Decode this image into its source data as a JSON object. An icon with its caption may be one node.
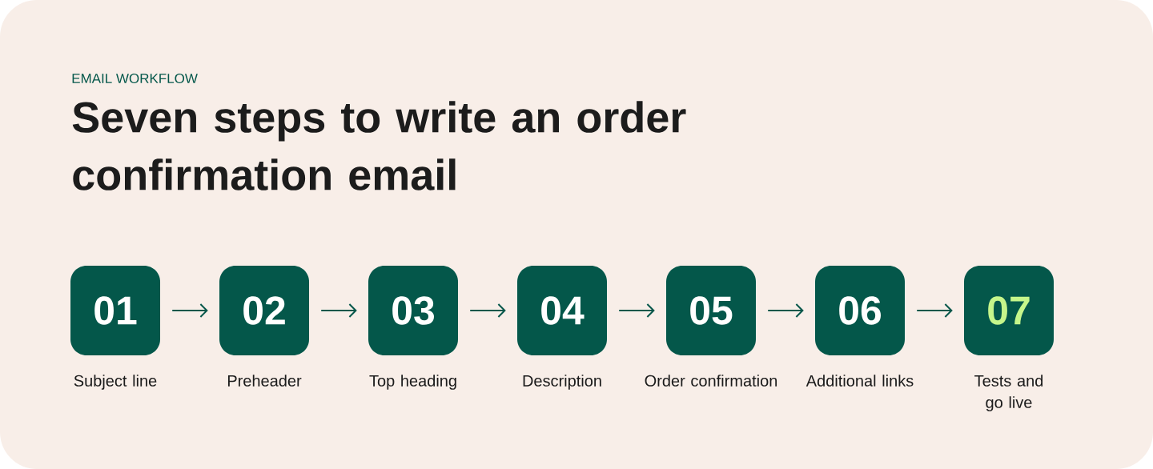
{
  "diagram": {
    "title": "Seven steps to write an order confirmation email",
    "nodes": [
      {
        "text": [
          "01"
        ],
        "beside": [
          "Subject line"
        ]
      },
      {
        "text": [
          "02"
        ],
        "beside": [
          "Preheader"
        ]
      },
      {
        "text": [
          "03"
        ],
        "beside": [
          "Top heading"
        ]
      },
      {
        "text": [
          "04"
        ],
        "beside": [
          "Description"
        ]
      },
      {
        "text": [
          "05"
        ],
        "beside": [
          "Order confirmation"
        ]
      },
      {
        "text": [
          "06"
        ],
        "beside": [
          "Additional links"
        ]
      },
      {
        "text": [
          "07"
        ],
        "beside": [
          "Tests and go live"
        ]
      }
    ],
    "edges": [
      {
        "from": 0,
        "to": 1,
        "arrow": "to"
      },
      {
        "from": 1,
        "to": 2,
        "arrow": "to"
      },
      {
        "from": 2,
        "to": 3,
        "arrow": "to"
      },
      {
        "from": 3,
        "to": 4,
        "arrow": "to"
      },
      {
        "from": 4,
        "to": 5,
        "arrow": "to"
      },
      {
        "from": 5,
        "to": 6,
        "arrow": "to"
      }
    ],
    "labels": [
      "EMAIL WORKFLOW"
    ]
  }
}
